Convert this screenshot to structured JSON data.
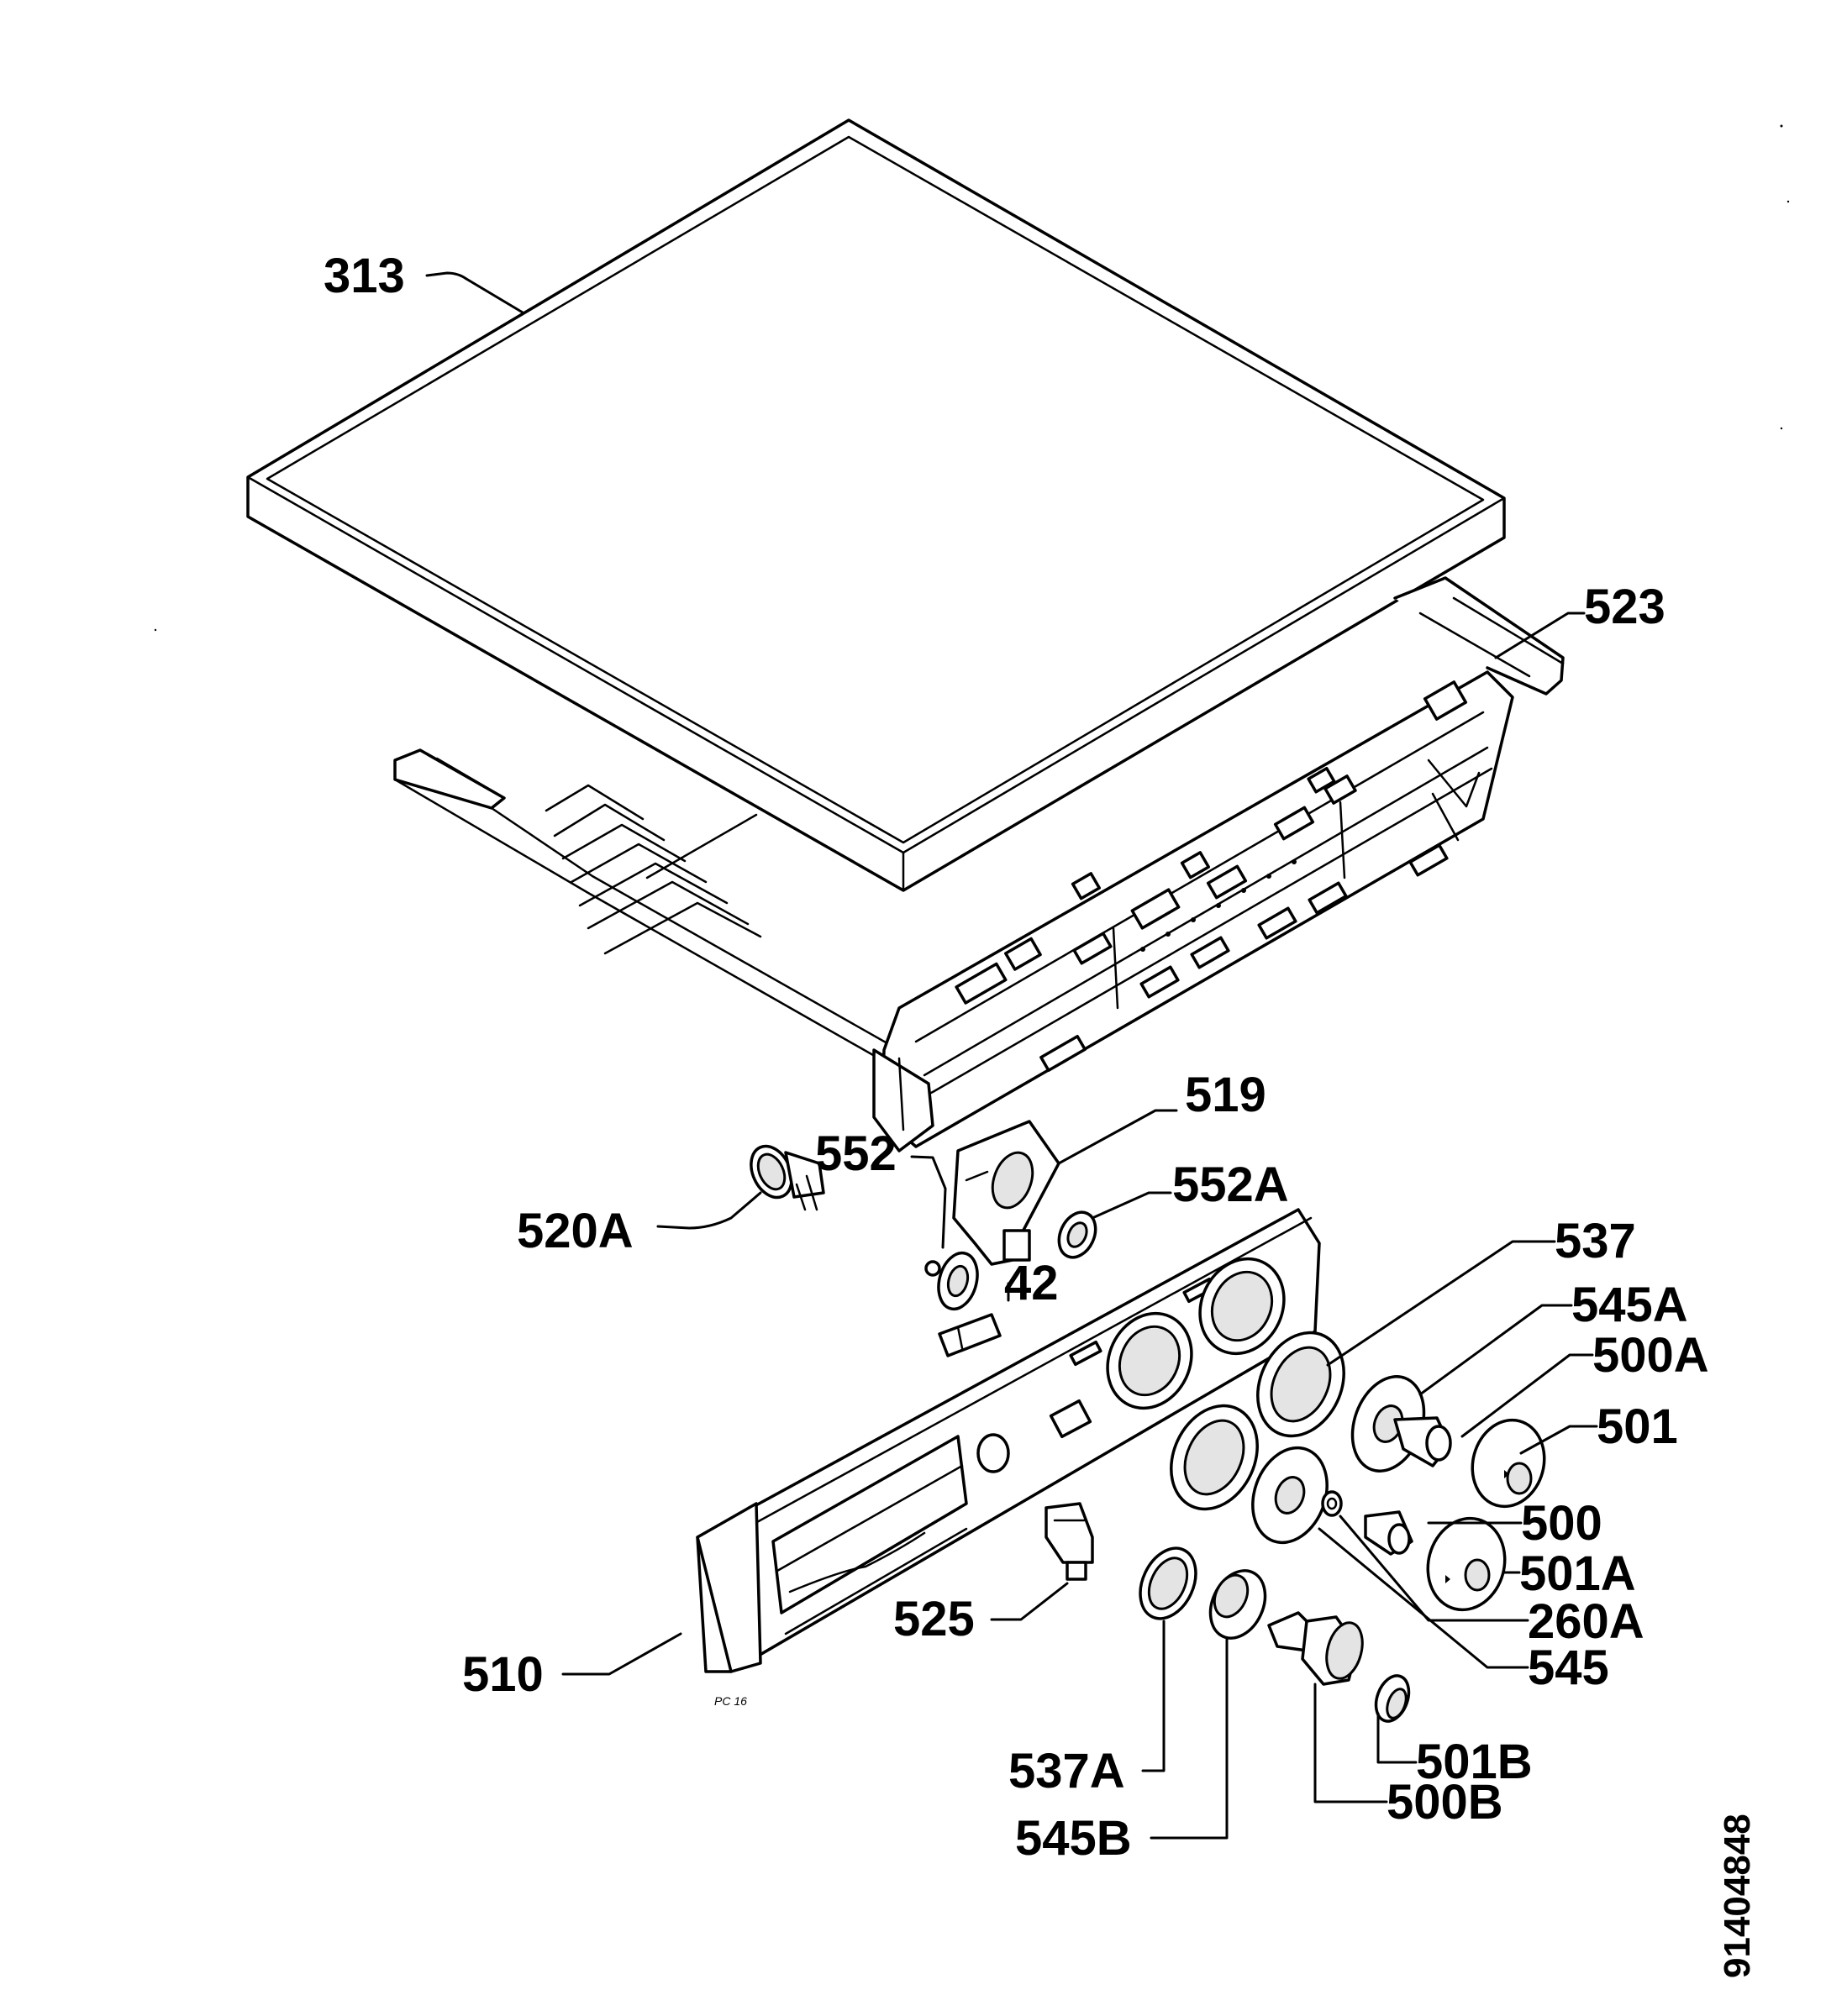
{
  "labels": {
    "p313": "313",
    "p523": "523",
    "p519": "519",
    "p552": "552",
    "p552a": "552A",
    "p520a": "520A",
    "p42": "42",
    "p537": "537",
    "p545a": "545A",
    "p500a": "500A",
    "p501": "501",
    "p500": "500",
    "p501a": "501A",
    "p260a": "260A",
    "p545": "545",
    "p525": "525",
    "p510": "510",
    "p501b": "501B",
    "p537a": "537A",
    "p500b": "500B",
    "p545b": "545B"
  },
  "document_number": "91404848",
  "panel_mark": "PC 16"
}
